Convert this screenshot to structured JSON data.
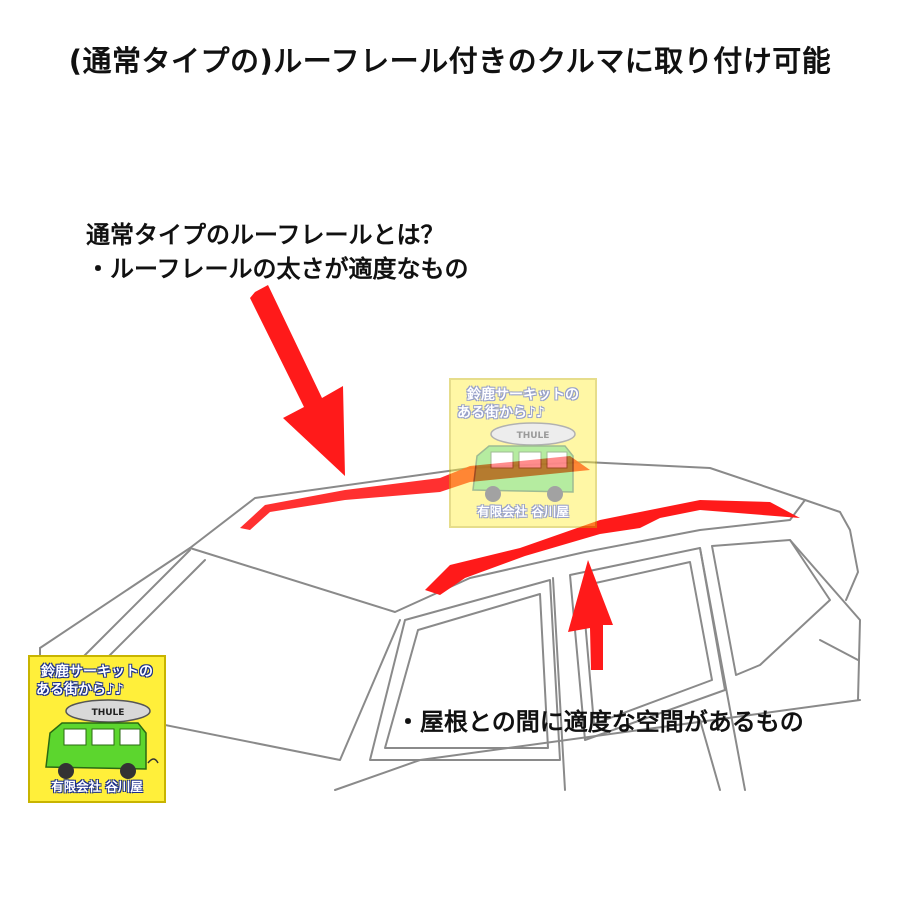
{
  "title": "(通常タイプの)ルーフレール付きのクルマに取り付け可能",
  "note_top": {
    "line1": "通常タイプのルーフレールとは？",
    "line2": "・ルーフレールの太さが適度なもの"
  },
  "note_bottom": "・屋根との間に適度な空間があるもの",
  "logo": {
    "line1": "鈴鹿サーキットの",
    "line2": "ある街から♪♪",
    "brand": "THULE",
    "company": "有限会社 谷川屋"
  },
  "colors": {
    "highlight": "#ff1a1a",
    "line_art": "#8a8a8a",
    "logo_bg": "#ffef3a",
    "logo_car": "#5cd62e"
  },
  "icons": [
    "arrow-down-icon",
    "arrow-up-icon",
    "car-icon"
  ]
}
